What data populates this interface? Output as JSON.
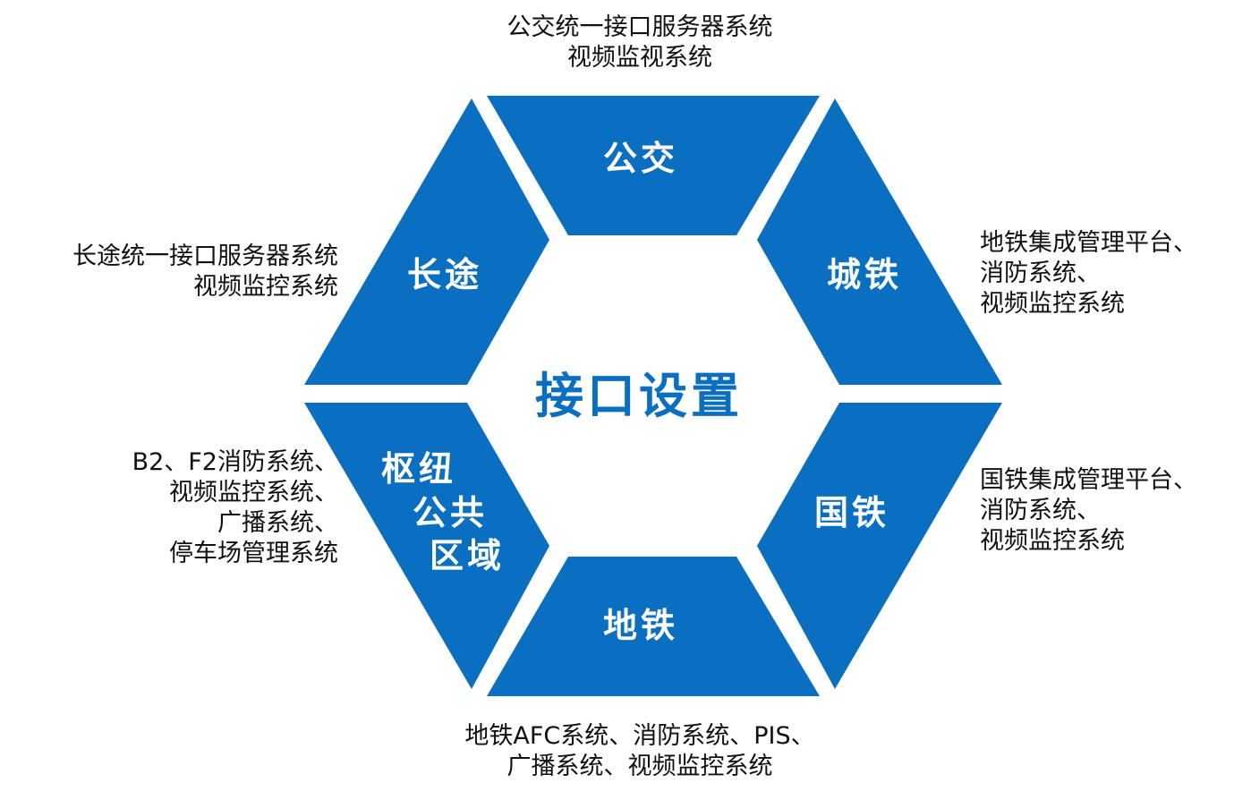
{
  "center_title": "接口设置",
  "segments": {
    "bus": {
      "label": "公交"
    },
    "metro_city": {
      "label": "城铁"
    },
    "national_rail": {
      "label": "国铁"
    },
    "subway": {
      "label": "地铁"
    },
    "hub": {
      "label_lines": [
        "枢纽",
        "公共",
        "区域"
      ]
    },
    "long_distance": {
      "label": "长途"
    }
  },
  "descriptions": {
    "bus": [
      "公交统一接口服务器系统",
      "视频监视系统"
    ],
    "metro_city": [
      "地铁集成管理平台、",
      "消防系统、",
      "视频监控系统"
    ],
    "national_rail": [
      "国铁集成管理平台、",
      "消防系统、",
      "视频监控系统"
    ],
    "subway": [
      "地铁AFC系统、消防系统、PIS、",
      "广播系统、视频监控系统"
    ],
    "hub": [
      "B2、F2消防系统、",
      "视频监控系统、",
      "广播系统、",
      "停车场管理系统"
    ],
    "long_distance": [
      "长途统一接口服务器系统",
      "视频监控系统"
    ]
  },
  "colors": {
    "segment_fill": "#0b6fc1",
    "center_text": "#0b6fc1",
    "description_text": "#111111"
  }
}
